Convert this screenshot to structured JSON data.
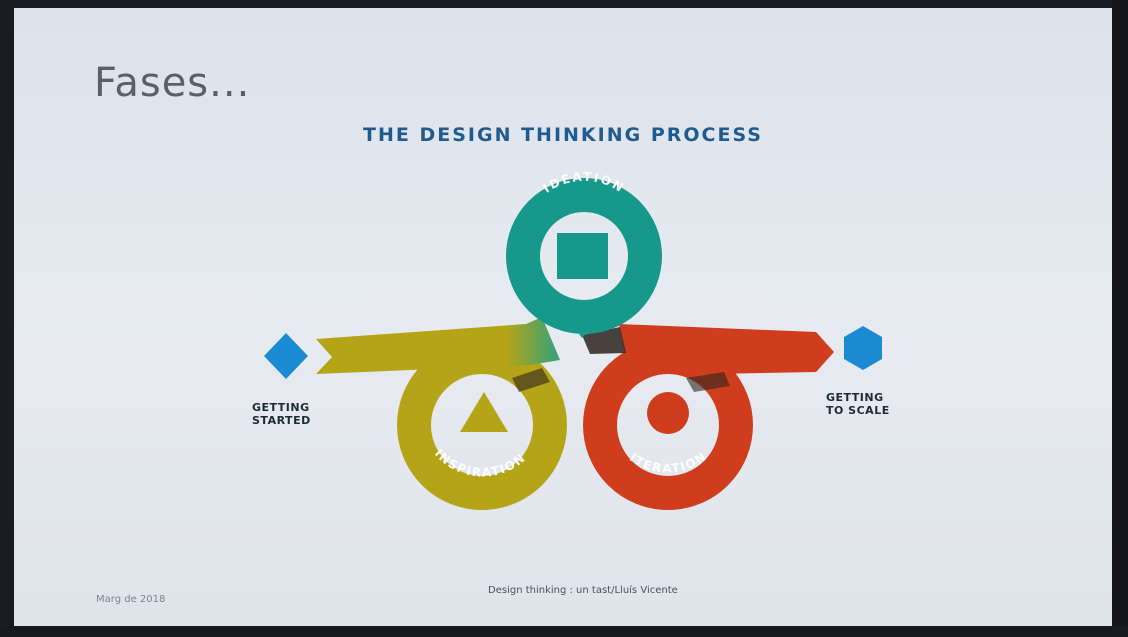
{
  "slide": {
    "title": "Fases...",
    "footer_left": "Marg de 2018",
    "footer_center": "Design thinking : un tast/Lluís Vicente"
  },
  "diagram": {
    "title": "THE DESIGN THINKING PROCESS",
    "stages": {
      "ideation": "IDEATION",
      "inspiration": "INSPIRATION",
      "iteration": "ITERATION"
    },
    "start_label": [
      "GETTING",
      "STARTED"
    ],
    "end_label": [
      "GETTING",
      "TO SCALE"
    ]
  },
  "colors": {
    "ideation": "#16998a",
    "inspiration": "#b6a418",
    "iteration": "#cf3d1c",
    "marker_blue": "#1a8ad3",
    "title_blue": "#1f5b8e"
  }
}
